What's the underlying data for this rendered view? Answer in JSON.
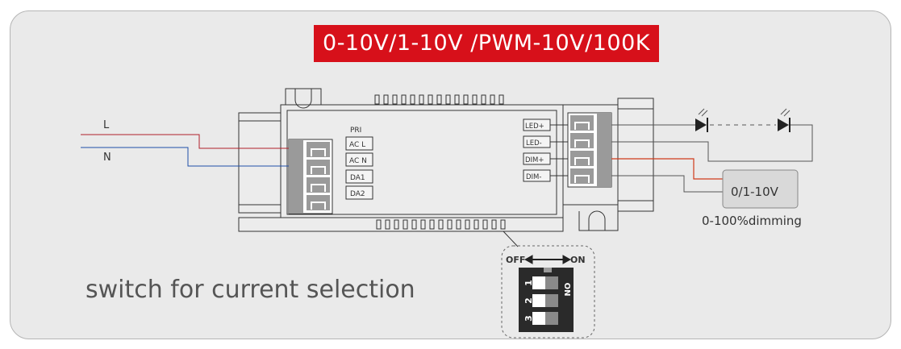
{
  "title": "0-10V/1-10V /PWM-10V/100K",
  "input": {
    "line_l": "L",
    "line_n": "N",
    "pri_label": "PRI",
    "terminals": [
      "AC L",
      "AC N",
      "DA1",
      "DA2"
    ]
  },
  "output": {
    "terminals": [
      "LED+",
      "LED-",
      "DIM+",
      "DIM-"
    ],
    "dimmer_label": "0/1-10V",
    "dimmer_caption": "0-100%dimming"
  },
  "dip_switch": {
    "off_label": "OFF",
    "on_label": "ON",
    "on_side_label": "ON",
    "positions": [
      "1",
      "2",
      "3"
    ]
  },
  "caption": "switch for current selection",
  "colors": {
    "banner": "#d7101a",
    "line_l": "#b0202a",
    "line_n": "#1f4fa8",
    "dim_wire": "#d03a1a",
    "outline": "#333333"
  }
}
